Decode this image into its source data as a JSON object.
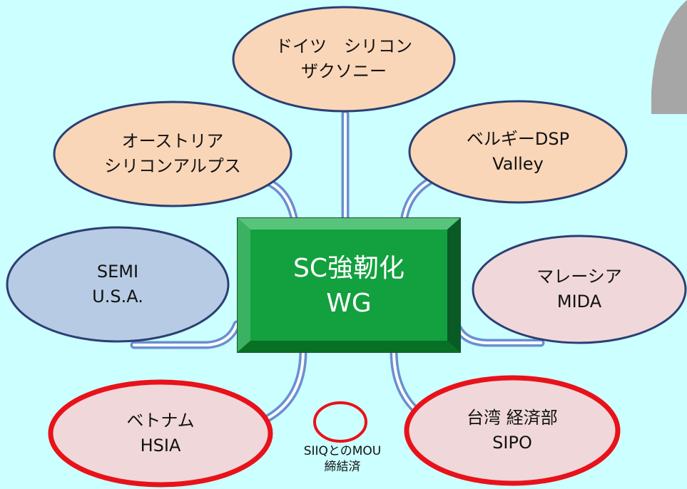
{
  "colors": {
    "background": "#ccffff",
    "connector_line": "#6a8fd0",
    "peach_fill": "#fad6b8",
    "blue_fill": "#b7cce4",
    "pink_fill": "#f0d8da",
    "node_border": "#2b3f73",
    "highlight_border": "#e8121a",
    "center_fill": "#17a34a",
    "corner_shape": "#a6a6a6"
  },
  "center": {
    "line1": "SC強靭化",
    "line2": "WG"
  },
  "nodes": {
    "germany": {
      "line1": "ドイツ　シリコン",
      "line2": "ザクソニー"
    },
    "austria": {
      "line1": "オーストリア",
      "line2": "シリコンアルプス"
    },
    "belgium": {
      "line1": "ベルギーDSP",
      "line2": "Valley"
    },
    "semi": {
      "line1": "SEMI",
      "line2": "U.S.A."
    },
    "malaysia": {
      "line1": "マレーシア",
      "line2": "MIDA"
    },
    "vietnam": {
      "line1": "ベトナム",
      "line2": "HSIA"
    },
    "taiwan": {
      "line1": "台湾 経済部",
      "line2": "SIPO"
    }
  },
  "legend": {
    "line1": "SIIQとのMOU",
    "line2": "締結済"
  }
}
